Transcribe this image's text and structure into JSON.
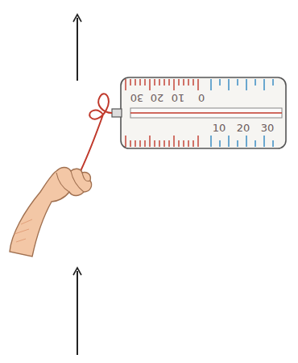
{
  "diagram": {
    "labels": [
      "30",
      "20",
      "10",
      "0",
      "10",
      "20",
      "30"
    ]
  }
}
